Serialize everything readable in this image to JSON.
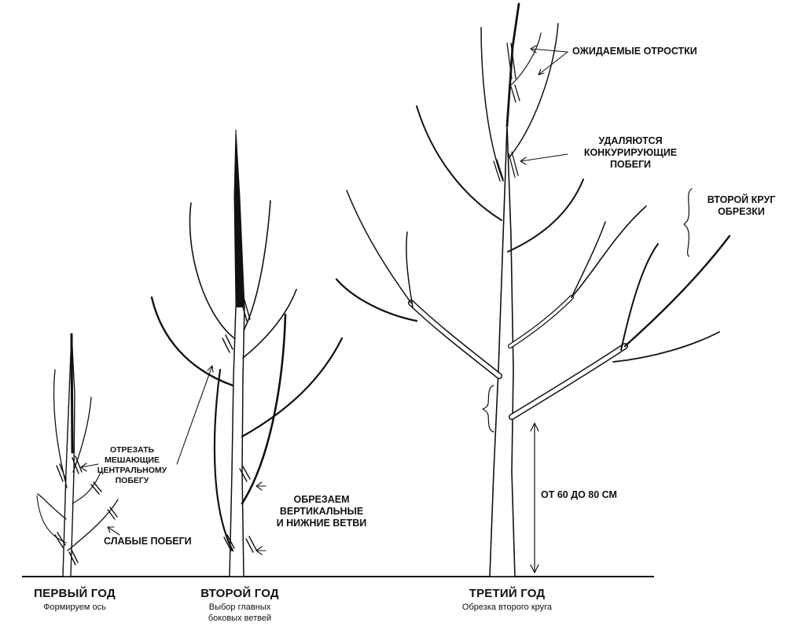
{
  "years": [
    {
      "title": "ПЕРВЫЙ ГОД",
      "subtitle": "Формируем ось"
    },
    {
      "title": "ВТОРОЙ ГОД",
      "subtitle_lines": [
        "Выбор главных",
        "боковых ветвей"
      ]
    },
    {
      "title": "ТРЕТИЙ ГОД",
      "subtitle": "Обрезка второго круга"
    }
  ],
  "labels": {
    "cut_interfering": [
      "ОТРЕЗАТЬ",
      "МЕШАЮЩИЕ",
      "ЦЕНТРАЛЬНОМУ",
      "ПОБЕГУ"
    ],
    "weak_shoots": "СЛАБЫЕ ПОБЕГИ",
    "cut_vertical": [
      "ОБРЕЗАЕМ",
      "ВЕРТИКАЛЬНЫЕ",
      "И НИЖНИЕ ВЕТВИ"
    ],
    "expected_shoots": "ОЖИДАЕМЫЕ ОТРОСТКИ",
    "remove_competing": [
      "УДАЛЯЮТСЯ",
      "КОНКУРИРУЮЩИЕ",
      "ПОБЕГИ"
    ],
    "second_circle": [
      "ВТОРОЙ КРУГ",
      "ОБРЕЗКИ"
    ],
    "height_range": "ОТ 60 ДО 80 СМ"
  }
}
